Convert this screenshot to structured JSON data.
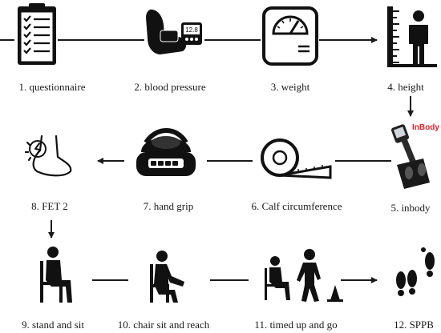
{
  "steps": [
    {
      "label": "1. questionnaire",
      "icon": "clipboard-checklist-icon"
    },
    {
      "label": "2. blood pressure",
      "icon": "blood-pressure-monitor-icon"
    },
    {
      "label": "3. weight",
      "icon": "weighing-scale-icon"
    },
    {
      "label": "4. height",
      "icon": "height-ruler-person-icon"
    },
    {
      "label": "5. inbody",
      "icon": "inbody-analyzer-icon",
      "brand_text": "InBody"
    },
    {
      "label": "6. Calf circumference",
      "icon": "tape-measure-icon"
    },
    {
      "label": "7. hand grip",
      "icon": "hand-dynamometer-icon"
    },
    {
      "label": "8. FET 2",
      "icon": "foot-pain-icon"
    },
    {
      "label": "9. stand and sit",
      "icon": "person-sitting-chair-icon"
    },
    {
      "label": "10. chair sit and reach",
      "icon": "person-chair-reach-icon"
    },
    {
      "label": "11. timed up and go",
      "icon": "person-walking-cone-icon"
    },
    {
      "label": "12. SPPB",
      "icon": "footprints-icon"
    }
  ],
  "colors": {
    "icon": "#111111",
    "line": "#1a1a1a",
    "brand": "#e0202a",
    "background": "#ffffff"
  }
}
